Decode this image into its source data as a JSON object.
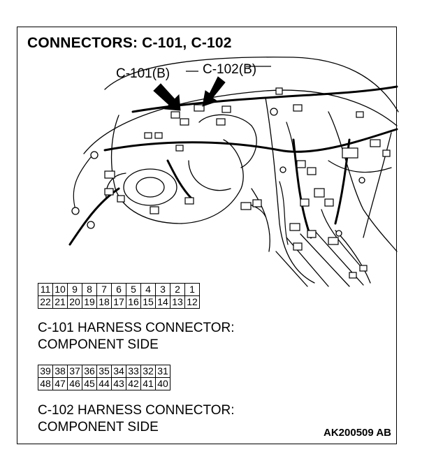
{
  "title": "CONNECTORS: C-101, C-102",
  "callouts": {
    "c101": "C-101(B)",
    "c102": "C-102(B)"
  },
  "c101": {
    "top_row": [
      "11",
      "10",
      "9",
      "8",
      "7",
      "6",
      "5",
      "4",
      "3",
      "2",
      "1"
    ],
    "bottom_row": [
      "22",
      "21",
      "20",
      "19",
      "18",
      "17",
      "16",
      "15",
      "14",
      "13",
      "12"
    ],
    "caption_line1": "C-101 HARNESS CONNECTOR:",
    "caption_line2": "COMPONENT SIDE"
  },
  "c102": {
    "top_row": [
      "39",
      "38",
      "37",
      "36",
      "35",
      "34",
      "33",
      "32",
      "31"
    ],
    "bottom_row": [
      "48",
      "47",
      "46",
      "45",
      "44",
      "43",
      "42",
      "41",
      "40"
    ],
    "caption_line1": "C-102 HARNESS CONNECTOR:",
    "caption_line2": "COMPONENT SIDE"
  },
  "figure_id": "AK200509 AB"
}
